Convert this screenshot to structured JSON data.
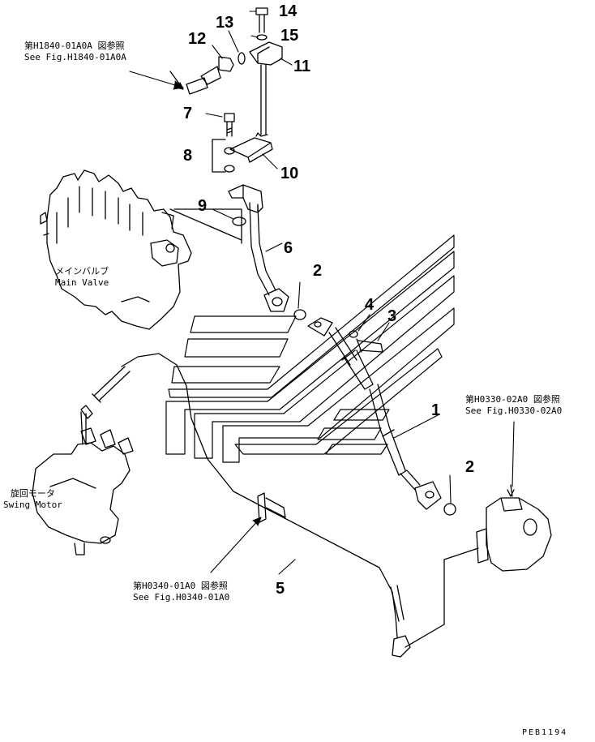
{
  "parts": {
    "p1": "1",
    "p2a": "2",
    "p2b": "2",
    "p3": "3",
    "p4": "4",
    "p5": "5",
    "p6": "6",
    "p7": "7",
    "p8": "8",
    "p9": "9",
    "p10": "10",
    "p11": "11",
    "p12": "12",
    "p13": "13",
    "p14": "14",
    "p15": "15"
  },
  "refs": {
    "h1840": {
      "jp": "第H1840-01A0A 図参照",
      "en": "See Fig.H1840-01A0A"
    },
    "h0330": {
      "jp": "第H0330-02A0 図参照",
      "en": "See Fig.H0330-02A0"
    },
    "h0340": {
      "jp": "第H0340-01A0 図参照",
      "en": "See Fig.H0340-01A0"
    }
  },
  "components": {
    "main_valve": {
      "jp": "メインバルブ",
      "en": "Main Valve"
    },
    "swing_motor": {
      "jp": "旋回モータ",
      "en": "Swing Motor"
    }
  },
  "footer": {
    "code": "PEB1194"
  },
  "colors": {
    "line": "#000000",
    "background": "#ffffff"
  }
}
